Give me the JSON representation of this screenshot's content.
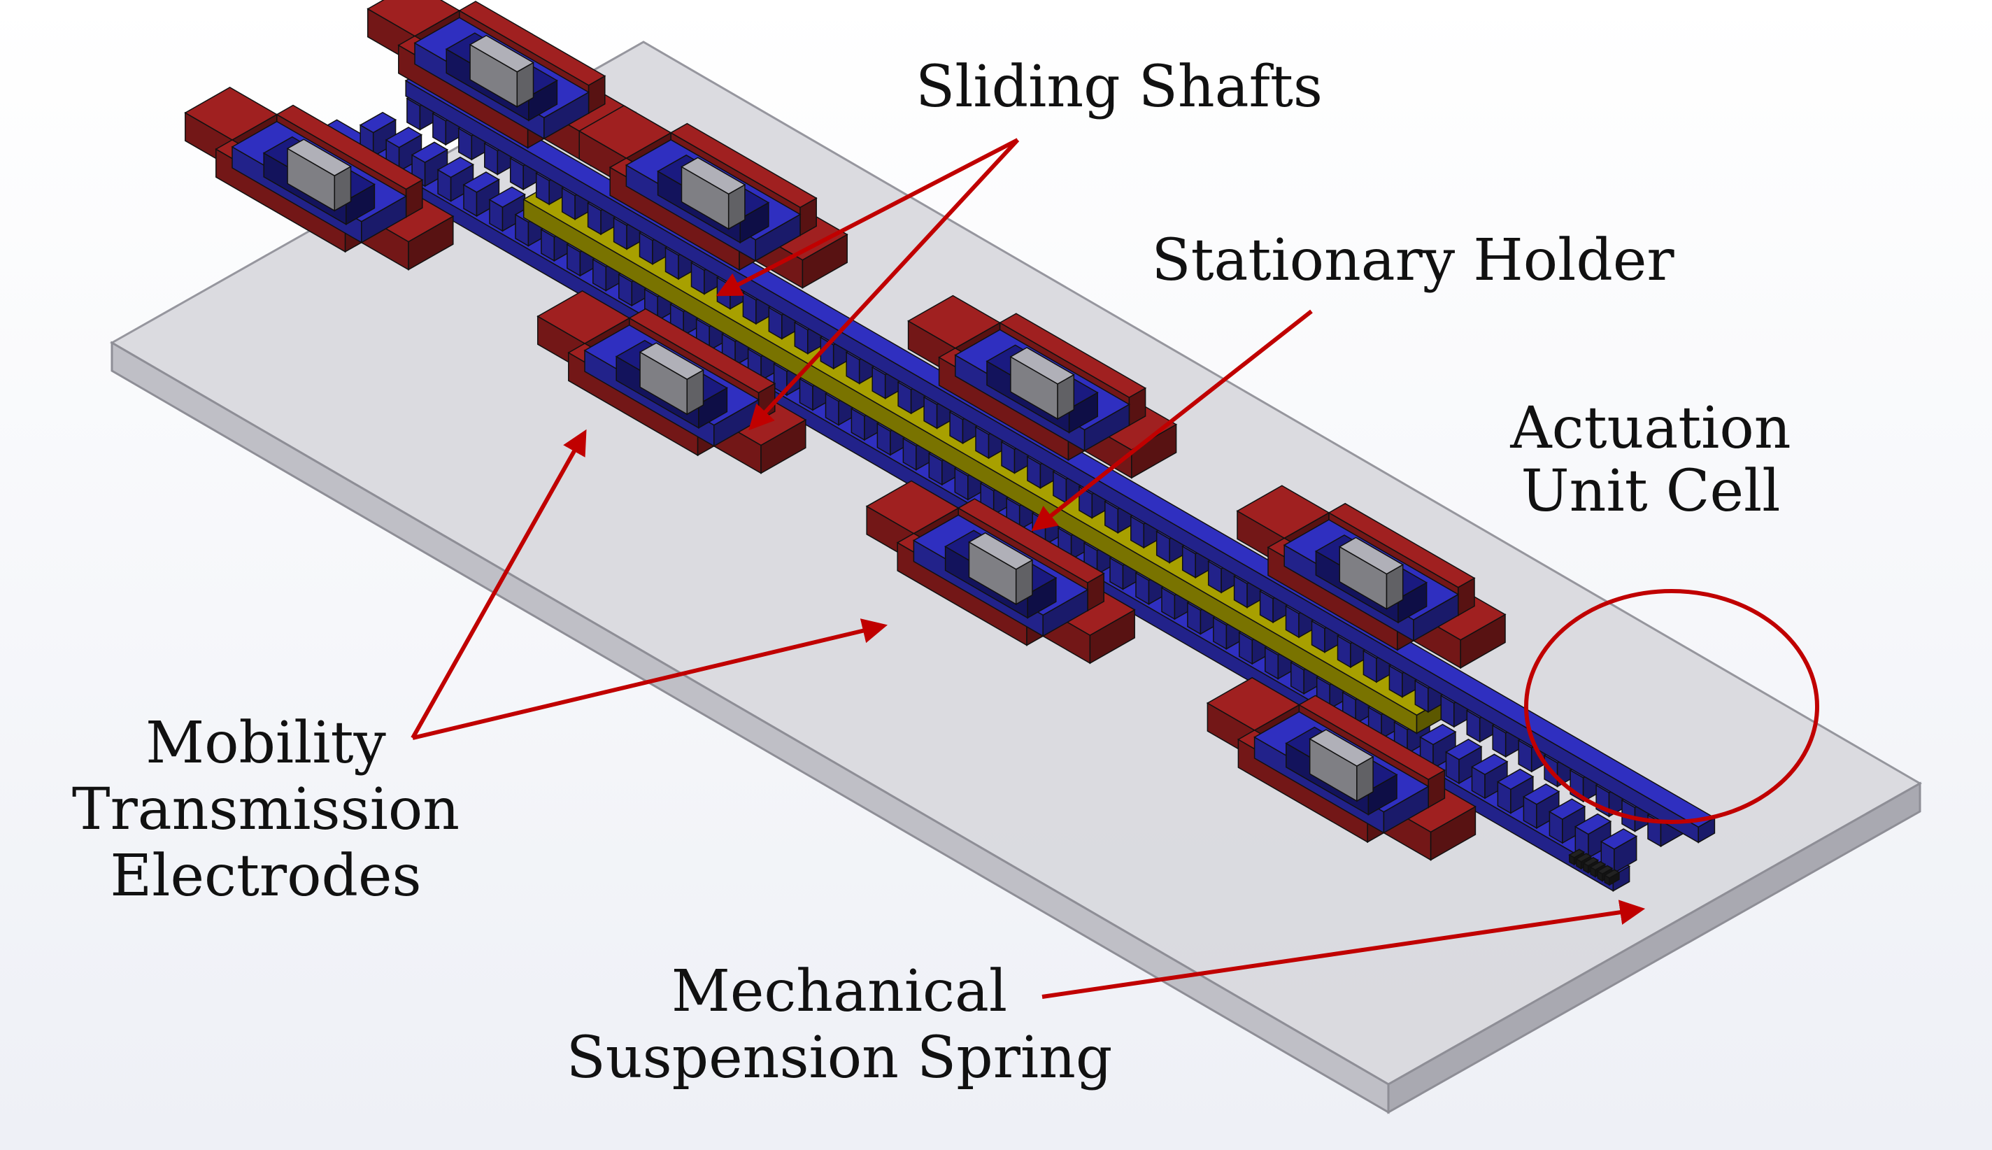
{
  "labels": {
    "sliding_shafts": "Sliding Shafts",
    "stationary_holder": "Stationary Holder",
    "actuation_unit_cell_line1": "Actuation",
    "actuation_unit_cell_line2": "Unit Cell",
    "mobility_line1": "Mobility",
    "mobility_line2": "Transmission",
    "mobility_line3": "Electrodes",
    "spring_line1": "Mechanical",
    "spring_line2": "Suspension Spring"
  },
  "colors": {
    "shaft_blue": "#2f2fc0",
    "shaft_blue_dark": "#1a1a80",
    "electrode_red": "#a02020",
    "electrode_red_dark": "#6e1414",
    "holder_olive": "#a8a000",
    "substrate_gray": "#d8d8dc",
    "pad_gray": "#b0b0b8",
    "arrow_red": "#c00000"
  },
  "icons": {
    "unit_cell": "actuation-unit-cell-icon",
    "spring": "spring-coil-icon"
  }
}
